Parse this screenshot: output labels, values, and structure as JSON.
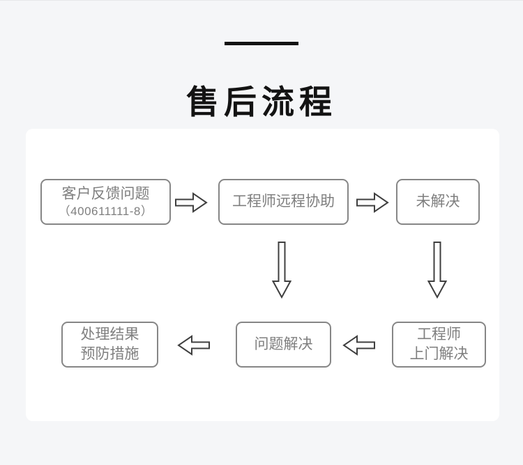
{
  "page": {
    "title": "售后流程",
    "background_color": "#f5f6f8",
    "title_color": "#131313"
  },
  "flowchart": {
    "box_border_color": "#868686",
    "box_text_color": "#7f7f7f",
    "arrow_outline_color": "#3f3f3f",
    "nodes": [
      {
        "lines": [
          "客户反馈问题",
          "（400611111-8）"
        ]
      },
      {
        "lines": [
          "工程师远程协助"
        ]
      },
      {
        "lines": [
          "未解决"
        ]
      },
      {
        "lines": [
          "处理结果",
          "预防措施"
        ]
      },
      {
        "lines": [
          "问题解决"
        ]
      },
      {
        "lines": [
          "工程师",
          "上门解决"
        ]
      }
    ],
    "connections": [
      "客户反馈问题 → 工程师远程协助",
      "工程师远程协助 → 未解决",
      "工程师远程协助 ↓ 问题解决",
      "未解决 ↓ 工程师上门解决",
      "工程师上门解决 → 问题解决",
      "问题解决 → 处理结果预防措施"
    ]
  }
}
